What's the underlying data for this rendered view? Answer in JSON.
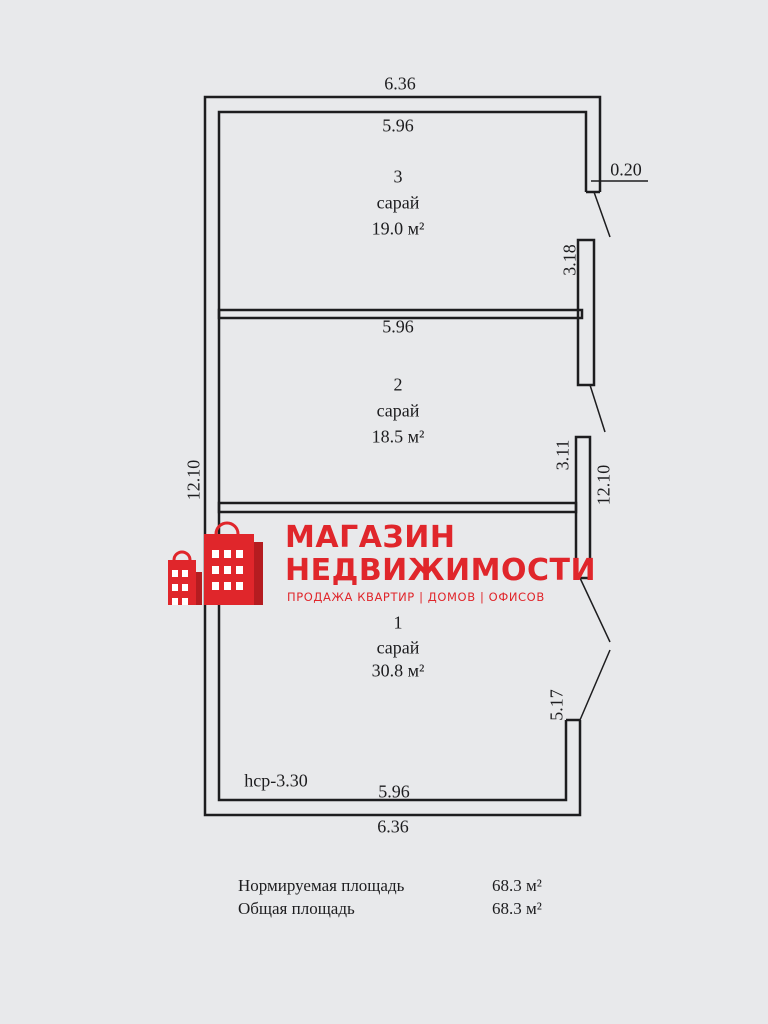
{
  "plan": {
    "dim_top_outer": "6.36",
    "dim_top_inner": "5.96",
    "dim_wall": "0.20",
    "dim_mid": "5.96",
    "dim_bottom_inner": "5.96",
    "dim_bottom_outer": "6.36",
    "dim_left": "12.10",
    "dim_right": "12.10",
    "dim_seg_3": "3.18",
    "dim_seg_2": "3.11",
    "dim_seg_1": "5.17",
    "height": "hср-3.30",
    "rooms": [
      {
        "number": "3",
        "name": "сарай",
        "area": "19.0 м²"
      },
      {
        "number": "2",
        "name": "сарай",
        "area": "18.5 м²"
      },
      {
        "number": "1",
        "name": "сарай",
        "area": "30.8 м²"
      }
    ]
  },
  "summary": [
    {
      "label": "Нормируемая площадь",
      "value": "68.3 м²"
    },
    {
      "label": "Общая площадь",
      "value": "68.3 м²"
    }
  ],
  "watermark": {
    "line1": "МАГАЗИН",
    "line2": "НЕДВИЖИМОСТИ",
    "tagline": "ПРОДАЖА КВАРТИР | ДОМОВ | ОФИСОВ",
    "color": "#e0262b"
  }
}
